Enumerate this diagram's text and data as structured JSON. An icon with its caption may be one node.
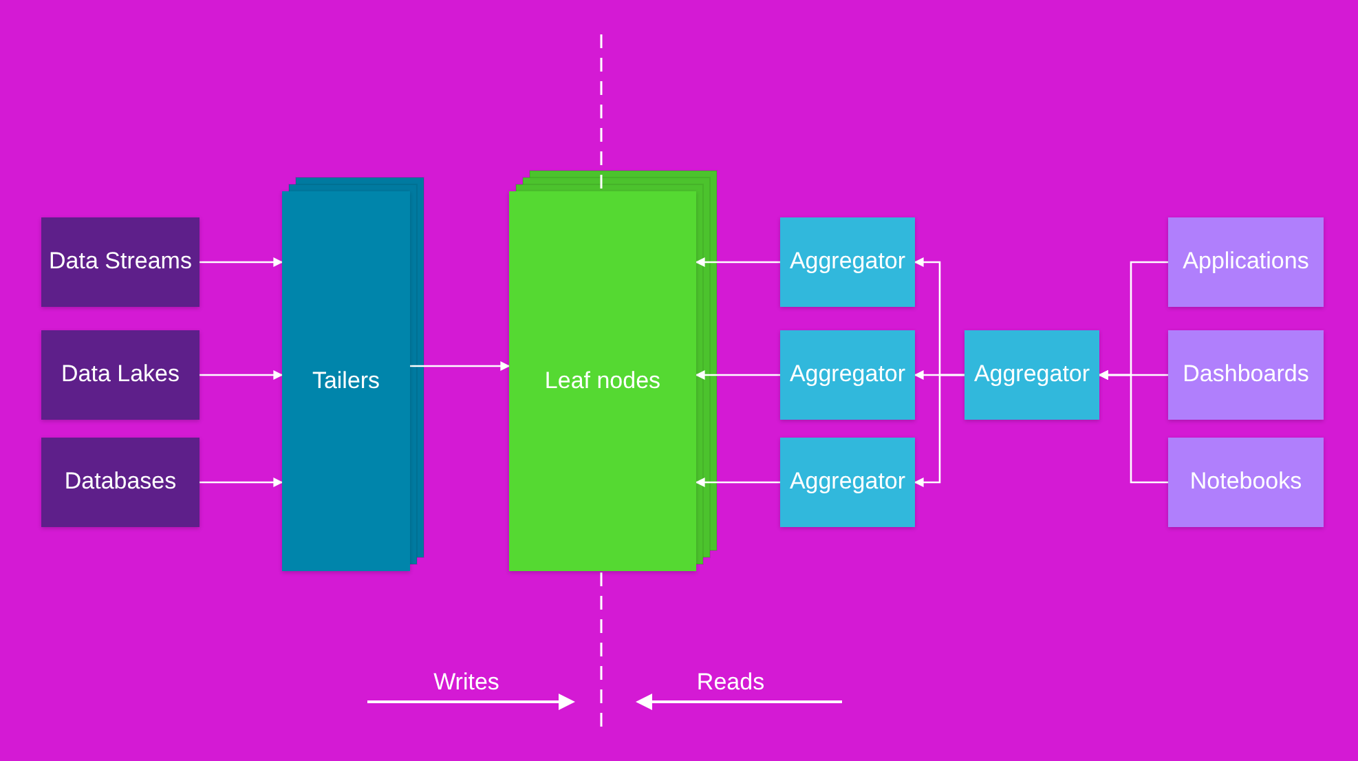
{
  "diagram": {
    "nodes": [
      {
        "text": [
          "Data Streams"
        ]
      },
      {
        "text": [
          "Data Lakes"
        ]
      },
      {
        "text": [
          "Databases"
        ]
      },
      {
        "text": [
          "Tailers"
        ]
      },
      {
        "text": [
          "Leaf nodes"
        ]
      },
      {
        "text": [
          "Aggregator"
        ]
      },
      {
        "text": [
          "Aggregator"
        ]
      },
      {
        "text": [
          "Aggregator"
        ]
      },
      {
        "text": [
          "Aggregator"
        ]
      },
      {
        "text": [
          "Applications"
        ]
      },
      {
        "text": [
          "Dashboards"
        ]
      },
      {
        "text": [
          "Notebooks"
        ]
      }
    ],
    "edges": [
      {
        "from": 0,
        "to": 3,
        "arrow": "to"
      },
      {
        "from": 1,
        "to": 3,
        "arrow": "to"
      },
      {
        "from": 2,
        "to": 3,
        "arrow": "to"
      },
      {
        "from": 3,
        "to": 4,
        "arrow": "to"
      },
      {
        "from": 5,
        "to": 4,
        "arrow": "to"
      },
      {
        "from": 6,
        "to": 4,
        "arrow": "to"
      },
      {
        "from": 7,
        "to": 4,
        "arrow": "to"
      },
      {
        "from": 8,
        "to": 5,
        "arrow": "to"
      },
      {
        "from": 8,
        "to": 6,
        "arrow": "to"
      },
      {
        "from": 8,
        "to": 7,
        "arrow": "to"
      },
      {
        "from": 9,
        "to": 8,
        "arrow": "to"
      },
      {
        "from": 10,
        "to": 8,
        "arrow": "to"
      },
      {
        "from": 11,
        "to": 8,
        "arrow": "to"
      }
    ],
    "labels": [
      "Writes",
      "Reads"
    ]
  }
}
